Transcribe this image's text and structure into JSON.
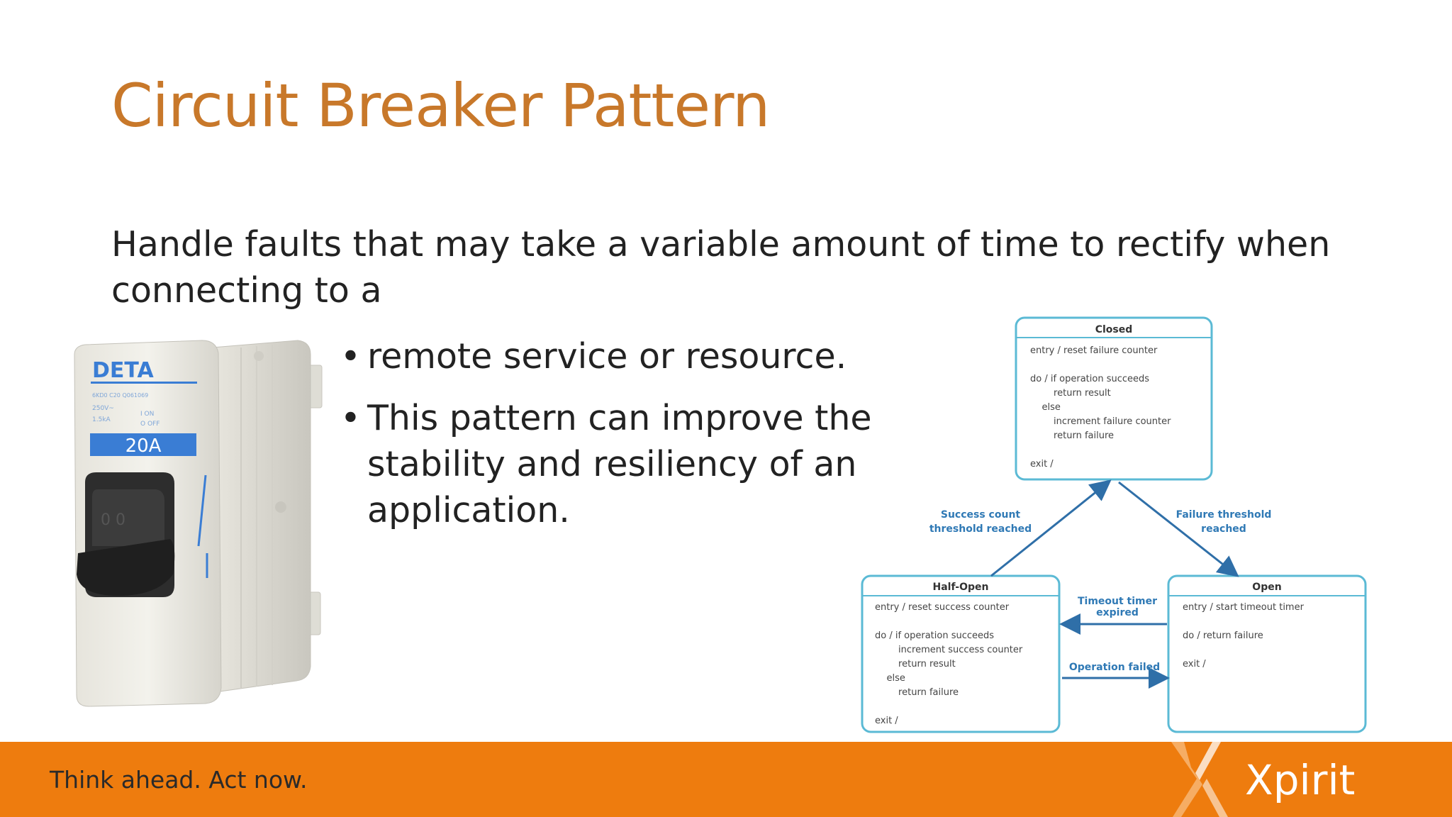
{
  "slide": {
    "title": "Circuit Breaker Pattern",
    "intro": "Handle faults that may take a variable amount of time to rectify when connecting to a",
    "bullets": [
      "remote service or resource.",
      "This pattern can improve the stability and resiliency of an application."
    ]
  },
  "breaker_image": {
    "brand": "DETA",
    "model_line": "6KD0 C20 Q061069",
    "voltage": "250V~",
    "current_rating": "1.5kA",
    "on_label": "I ON",
    "off_label": "O OFF",
    "amp_rating": "20A"
  },
  "state_diagram": {
    "closed": {
      "name": "Closed",
      "lines": [
        "entry / reset failure counter",
        "",
        "do / if operation succeeds",
        "        return result",
        "    else",
        "        increment failure counter",
        "        return failure",
        "",
        "exit /"
      ]
    },
    "half_open": {
      "name": "Half-Open",
      "lines": [
        "entry / reset success counter",
        "",
        "do / if operation succeeds",
        "        increment success counter",
        "        return result",
        "    else",
        "        return failure",
        "",
        "exit /"
      ]
    },
    "open": {
      "name": "Open",
      "lines": [
        "entry / start timeout timer",
        "",
        "do / return failure",
        "",
        "exit /"
      ]
    },
    "transitions": {
      "success_count": [
        "Success count",
        "threshold reached"
      ],
      "failure_threshold": [
        "Failure threshold",
        "reached"
      ],
      "timeout_timer": [
        "Timeout timer",
        "expired"
      ],
      "operation_failed": [
        "Operation failed"
      ]
    }
  },
  "footer": {
    "tagline": "Think ahead. Act now.",
    "brand": "Xpirit"
  },
  "colors": {
    "title": "#c8782a",
    "footer": "#ee7c0e",
    "diagram_border": "#5bbad5",
    "diagram_label": "#2f79b5",
    "breaker_blue": "#3a7dd4"
  }
}
